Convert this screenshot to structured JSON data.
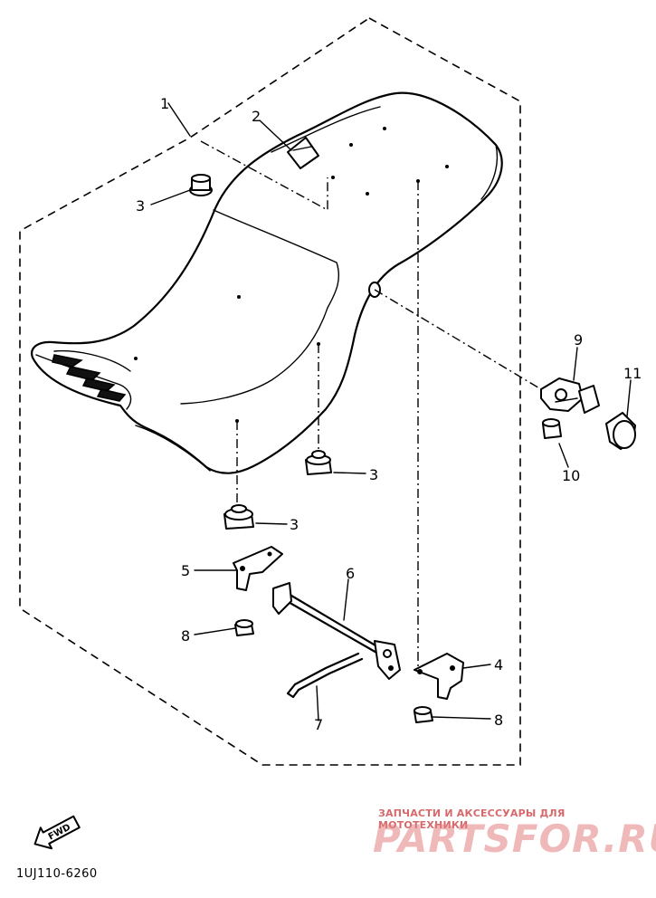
{
  "callouts": {
    "c1": "1",
    "c2": "2",
    "c3a": "3",
    "c3b": "3",
    "c3c": "3",
    "c4": "4",
    "c5": "5",
    "c6": "6",
    "c7": "7",
    "c8a": "8",
    "c8b": "8",
    "c9": "9",
    "c10": "10",
    "c11": "11"
  },
  "fwd_label": "FWD",
  "reference_code": "1UJ110-6260",
  "watermark": {
    "tagline": "ЗАПЧАСТИ И АКСЕССУАРЫ ДЛЯ МОТОТЕХНИКИ",
    "logo": "PARTSFOR.RU",
    "color": "#d94a4a"
  }
}
